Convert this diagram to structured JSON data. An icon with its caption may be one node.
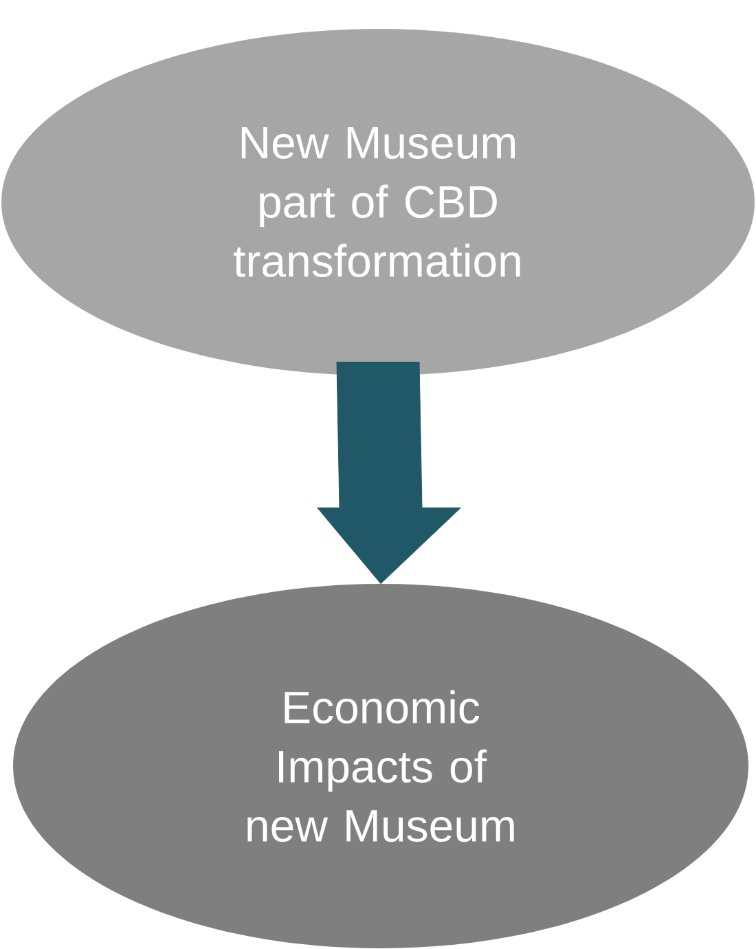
{
  "diagram": {
    "nodes": [
      {
        "text": [
          "New Museum part of CBD transformation"
        ]
      },
      {
        "text": [
          "Economic Impacts of new Museum"
        ]
      }
    ],
    "edges": [
      {
        "from": 0,
        "to": 1,
        "arrow": "to",
        "style": "thick",
        "color": "#215868"
      }
    ]
  }
}
